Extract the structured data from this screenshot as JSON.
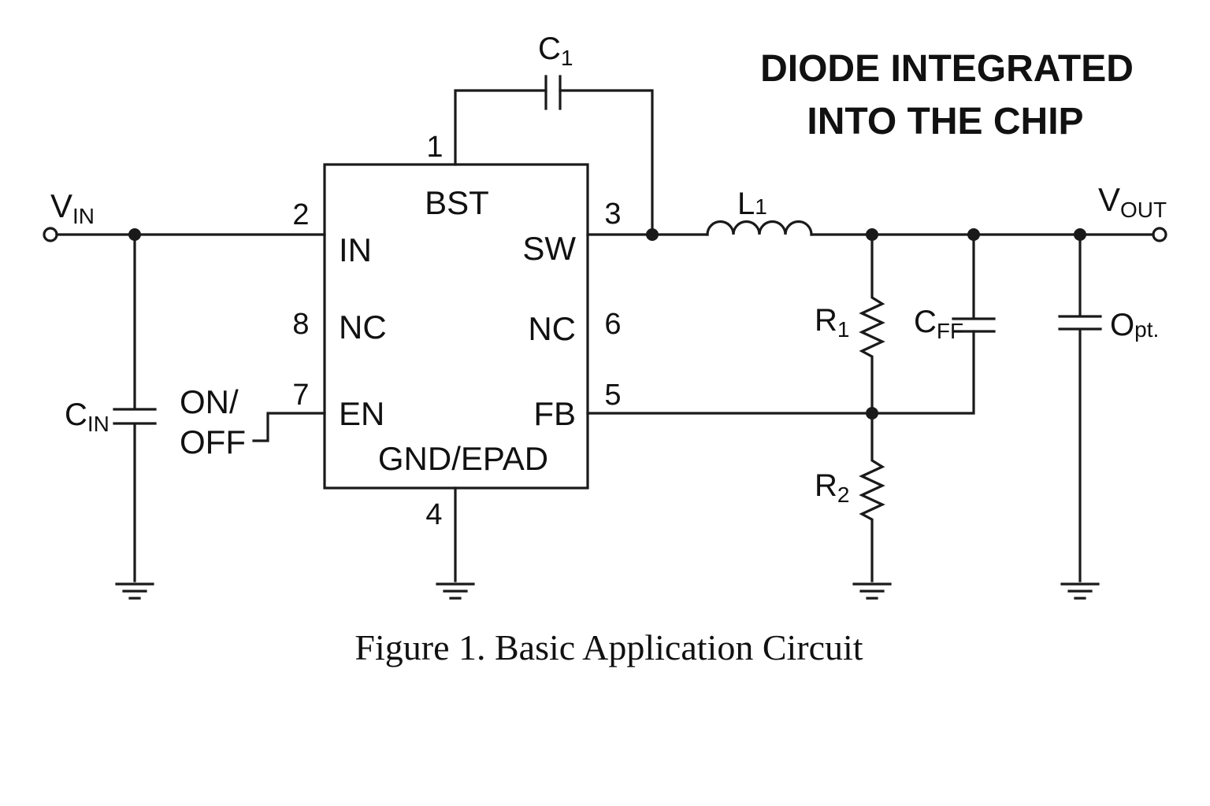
{
  "ic": {
    "top_pin_label": "BST",
    "bottom_pin_label": "GND/EPAD",
    "left_pins": [
      {
        "number": "2",
        "label": "IN"
      },
      {
        "number": "8",
        "label": "NC"
      },
      {
        "number": "7",
        "label": "EN"
      }
    ],
    "right_pins": [
      {
        "number": "3",
        "label": "SW"
      },
      {
        "number": "6",
        "label": "NC"
      },
      {
        "number": "5",
        "label": "FB"
      }
    ],
    "top_pin_number": "1",
    "bottom_pin_number": "4"
  },
  "components": {
    "c1": {
      "main": "C",
      "sub": "1"
    },
    "l1": {
      "main": "L",
      "sub": "1"
    },
    "r1": {
      "main": "R",
      "sub": "1"
    },
    "r2": {
      "main": "R",
      "sub": "2"
    },
    "cff": {
      "main": "C",
      "sub": "FF"
    },
    "cin": {
      "main": "C",
      "sub": "IN"
    },
    "copt": {
      "main": "O",
      "sub": "pt."
    }
  },
  "nodes": {
    "vin": {
      "main": "V",
      "sub": "IN"
    },
    "vout": {
      "main": "V",
      "sub": "OUT"
    }
  },
  "enable": {
    "line1": "ON/",
    "line2": "OFF"
  },
  "note": {
    "line1": "DIODE INTEGRATED",
    "line2": "INTO THE CHIP"
  },
  "caption": "Figure 1. Basic Application Circuit"
}
